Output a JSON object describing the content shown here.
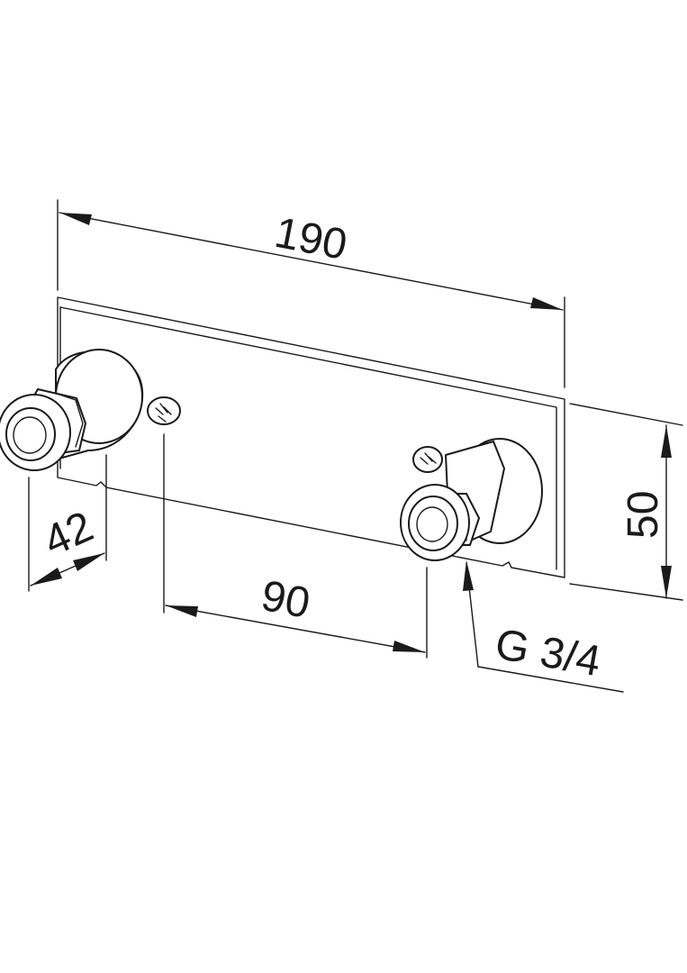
{
  "dimensions": {
    "overall_length": "190",
    "height": "50",
    "projection": "42",
    "center_distance": "90",
    "thread": "G 3/4"
  },
  "colors": {
    "line": "#1a1a1a",
    "background": "#ffffff"
  }
}
